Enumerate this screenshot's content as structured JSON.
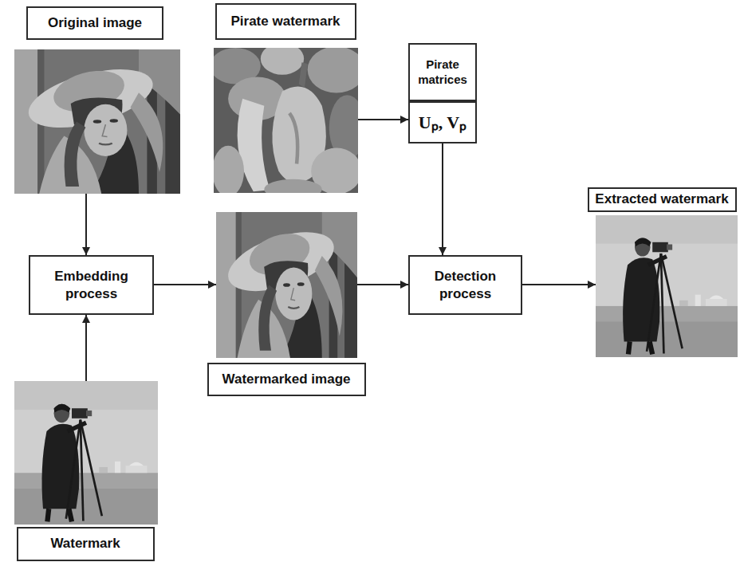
{
  "diagram": {
    "nodes": [
      {
        "text": [
          "Original image"
        ]
      },
      {
        "text": [
          "Pirate watermark"
        ]
      },
      {
        "text": [
          "Pirate matrices"
        ]
      },
      {
        "text": [
          "Uₚ, Vₚ"
        ]
      },
      {
        "text": [
          "Extracted watermark"
        ]
      },
      {
        "text": [
          "Embedding process"
        ]
      },
      {
        "text": [
          "Watermarked image"
        ]
      },
      {
        "text": [
          "Detection process"
        ]
      },
      {
        "text": [
          "Watermark"
        ]
      }
    ],
    "edges": [
      {
        "from": 0,
        "to": 5,
        "arrow": "to"
      },
      {
        "from": 8,
        "to": 5,
        "arrow": "to"
      },
      {
        "from": 5,
        "to": 6,
        "arrow": "to"
      },
      {
        "from": 6,
        "to": 7,
        "arrow": "to"
      },
      {
        "from": 1,
        "to": 3,
        "arrow": "to"
      },
      {
        "from": 3,
        "to": 7,
        "arrow": "to"
      },
      {
        "from": 7,
        "to": 4,
        "arrow": "to"
      }
    ]
  }
}
